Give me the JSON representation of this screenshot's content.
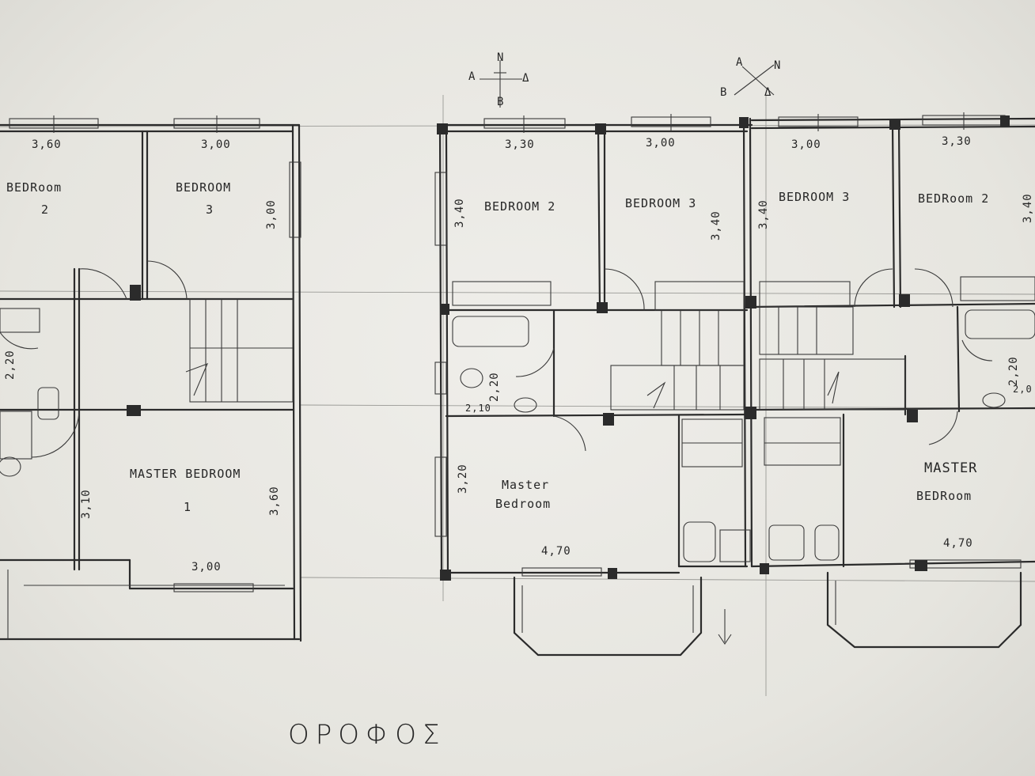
{
  "sheet_title": "ΟΡΟΦΟΣ",
  "compass": {
    "left": {
      "north": "N",
      "west": "A",
      "east": "Δ",
      "south": "B"
    },
    "right": {
      "north": "N",
      "west": "A",
      "east": "Δ",
      "south": "B"
    }
  },
  "unit_a": {
    "bedroom_2_line1": "BEDRoom",
    "bedroom_2_line2": "2",
    "bedroom_3_line1": "BEDROOM",
    "bedroom_3_line2": "3",
    "master_line1": "MASTER BEDROOM",
    "master_line2": "1",
    "dim_bed2_width": "3,60",
    "dim_bed3_width": "3,00",
    "dim_bed3_depth": "3,00",
    "dim_bath_depth": "2,20",
    "dim_master_left": "3,10",
    "dim_master_right": "3,60",
    "dim_master_width": "3,00"
  },
  "unit_b": {
    "bedroom_2": "BEDROOM 2",
    "bedroom_3": "BEDROOM 3",
    "master_line1": "Master",
    "master_line2": "Bedroom",
    "dim_bed2_width": "3,30",
    "dim_bed2_depth": "3,40",
    "dim_bed3_width": "3,00",
    "dim_bed3_depth": "3,40",
    "dim_bath_depth": "2,20",
    "dim_bath_width": "2,10",
    "dim_master_depth": "3,20",
    "dim_master_width": "4,70"
  },
  "unit_c": {
    "bedroom_3": "BEDROOM 3",
    "bedroom_2": "BEDRoom 2",
    "master_line1": "MASTER",
    "master_line2": "BEDRoom",
    "dim_bed3_width": "3,00",
    "dim_bed3_depth": "3,40",
    "dim_bed2_width": "3,30",
    "dim_bed2_depth": "3,40",
    "dim_bath_depth": "2,20",
    "dim_bath_width": "2,0",
    "dim_master_width": "4,70"
  }
}
